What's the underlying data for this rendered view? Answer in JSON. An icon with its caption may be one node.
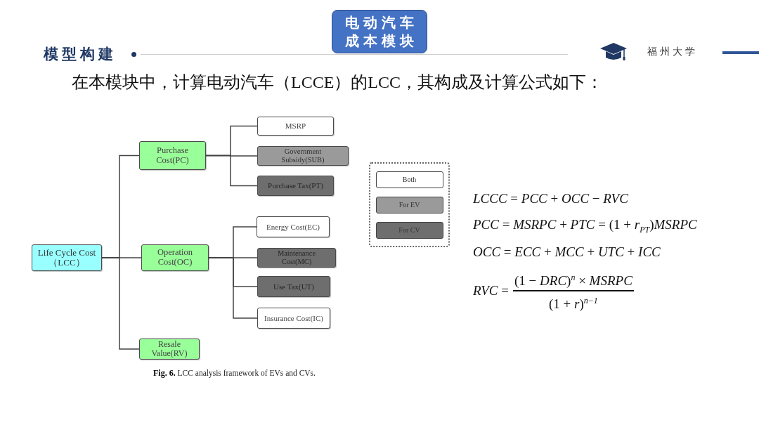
{
  "diagram": {
    "title": "电动汽车成本模块",
    "caption": "**Fig. 6.** LCC analysis framework of EVs and CVs.",
    "nodes": [
      {
        "text": [
          "Life Cycle Cost（LCC）"
        ]
      },
      {
        "text": [
          "Purchase Cost(PC)"
        ]
      },
      {
        "text": [
          "MSRP"
        ]
      },
      {
        "text": [
          "Government Subsidy(SUB)"
        ]
      },
      {
        "text": [
          "Purchase Tax(PT)"
        ]
      },
      {
        "text": [
          "Operation Cost(OC)"
        ]
      },
      {
        "text": [
          "Energy Cost(EC)"
        ]
      },
      {
        "text": [
          "Maintenance Cost(MC)"
        ]
      },
      {
        "text": [
          "Use Tax(UT)"
        ]
      },
      {
        "text": [
          "Insurance Cost(IC)"
        ]
      },
      {
        "text": [
          "Resale Value(RV)"
        ]
      }
    ],
    "edges": [
      {
        "from": 0,
        "to": 1,
        "arrow": "none"
      },
      {
        "from": 0,
        "to": 5,
        "arrow": "none"
      },
      {
        "from": 0,
        "to": 10,
        "arrow": "none"
      },
      {
        "from": 1,
        "to": 2,
        "arrow": "none"
      },
      {
        "from": 1,
        "to": 3,
        "arrow": "none"
      },
      {
        "from": 1,
        "to": 4,
        "arrow": "none"
      },
      {
        "from": 5,
        "to": 6,
        "arrow": "none"
      },
      {
        "from": 5,
        "to": 7,
        "arrow": "none"
      },
      {
        "from": 5,
        "to": 8,
        "arrow": "none"
      },
      {
        "from": 5,
        "to": 9,
        "arrow": "none"
      }
    ],
    "labels": [
      "模型构建",
      "福州大学",
      "在本模块中，计算电动汽车（LCCE）的LCC，其构成及计算公式如下：",
      "*LCCC* = *PCC* + *OCC* − *RVC*",
      "*PCC* = *MSRPC* + *PTC* = (1 + *r*$_{PT}$)*MSRPC*",
      "*OCC* = *ECC* + *MCC* + *UTC* + *ICC*",
      "*RVC* =",
      "(1 − *DRC*)$^{n}$ × *MSRPC*",
      "(1 + *r*)$^{n−1}$"
    ],
    "legend": [
      {
        "text": "Both",
        "color": "#ffffff"
      },
      {
        "text": "For EV",
        "color": "#9a9a9a"
      },
      {
        "text": "For CV",
        "color": "#6e6e6e"
      }
    ]
  }
}
